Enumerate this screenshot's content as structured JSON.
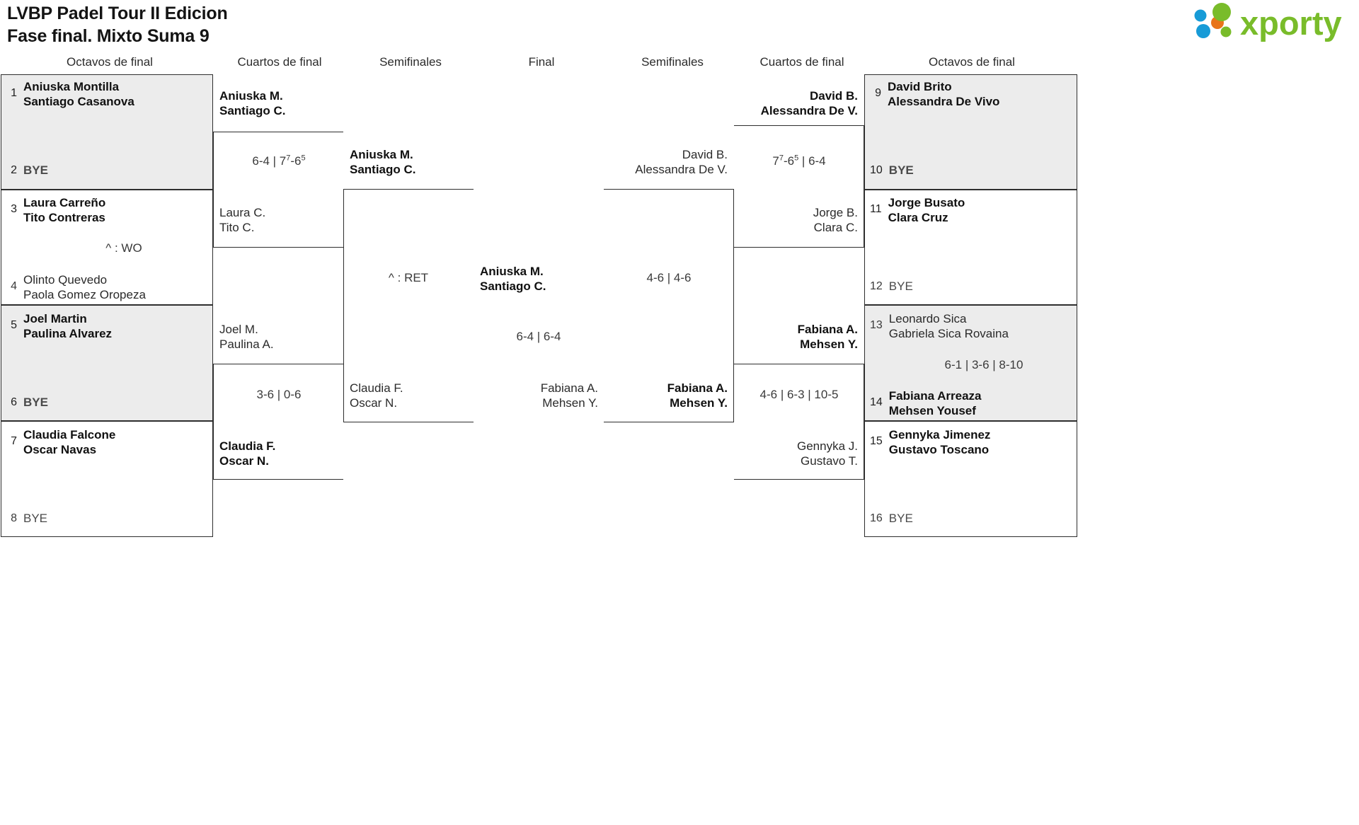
{
  "header": {
    "title_line1": "LVBP Padel Tour II Edicion",
    "title_line2": "Fase final. Mixto Suma 9",
    "logo_text": "xporty",
    "logo_colors": {
      "green": "#79bc2a",
      "blue": "#179bd7",
      "orange": "#e8751a"
    }
  },
  "rounds": {
    "left_r16": "Octavos de final",
    "left_qf": "Cuartos de final",
    "left_sf": "Semifinales",
    "final": "Final",
    "right_sf": "Semifinales",
    "right_qf": "Cuartos de final",
    "right_r16": "Octavos de final"
  },
  "left": {
    "r16": [
      {
        "seed": "1",
        "p1": "Aniuska Montilla",
        "p2": "Santiago Casanova",
        "winner": true
      },
      {
        "seed": "2",
        "p1": "BYE",
        "p2": "",
        "bye": true,
        "winner": true
      },
      {
        "seed": "3",
        "p1": "Laura Carreño",
        "p2": "Tito Contreras",
        "winner": true
      },
      {
        "seed": "4",
        "p1": "Olinto Quevedo",
        "p2": "Paola Gomez Oropeza",
        "winner": false
      },
      {
        "seed": "5",
        "p1": "Joel Martin",
        "p2": "Paulina Alvarez",
        "winner": true
      },
      {
        "seed": "6",
        "p1": "BYE",
        "p2": "",
        "bye": true,
        "winner": true
      },
      {
        "seed": "7",
        "p1": "Claudia Falcone",
        "p2": "Oscar Navas",
        "winner": true
      },
      {
        "seed": "8",
        "p1": "BYE",
        "p2": "",
        "bye": true,
        "winner": false
      }
    ],
    "r16_scores": [
      {
        "match": "3v4",
        "text": "^ : WO"
      }
    ],
    "qf": [
      {
        "p1": "Aniuska M.",
        "p2": "Santiago C.",
        "winner": true
      },
      {
        "p1": "Laura C.",
        "p2": "Tito C.",
        "winner": false
      },
      {
        "p1": "Joel M.",
        "p2": "Paulina A.",
        "winner": false
      },
      {
        "p1": "Claudia F.",
        "p2": "Oscar N.",
        "winner": true
      }
    ],
    "qf_scores": [
      {
        "match": "qf1",
        "sets": "6-4 | 7⁷-6⁵"
      },
      {
        "match": "qf2",
        "sets": "3-6 | 0-6"
      }
    ],
    "sf": [
      {
        "p1": "Aniuska M.",
        "p2": "Santiago C.",
        "winner": true
      },
      {
        "p1": "Claudia F.",
        "p2": "Oscar N.",
        "winner": false
      }
    ],
    "sf_score": "^ : RET"
  },
  "final": {
    "side_left": {
      "p1": "Aniuska M.",
      "p2": "Santiago C.",
      "winner": true
    },
    "side_right": {
      "p1": "Fabiana A.",
      "p2": "Mehsen Y.",
      "winner": false
    },
    "score": "6-4 | 6-4"
  },
  "right": {
    "r16": [
      {
        "seed": "9",
        "p1": "David Brito",
        "p2": "Alessandra De Vivo",
        "winner": true
      },
      {
        "seed": "10",
        "p1": "BYE",
        "p2": "",
        "bye": true,
        "winner": true
      },
      {
        "seed": "11",
        "p1": "Jorge Busato",
        "p2": "Clara Cruz",
        "winner": true
      },
      {
        "seed": "12",
        "p1": "BYE",
        "p2": "",
        "bye": true,
        "winner": false
      },
      {
        "seed": "13",
        "p1": "Leonardo Sica",
        "p2": "Gabriela Sica Rovaina",
        "winner": false
      },
      {
        "seed": "14",
        "p1": "Fabiana Arreaza",
        "p2": "Mehsen Yousef",
        "winner": true
      },
      {
        "seed": "15",
        "p1": "Gennyka Jimenez",
        "p2": "Gustavo Toscano",
        "winner": true
      },
      {
        "seed": "16",
        "p1": "BYE",
        "p2": "",
        "bye": true,
        "winner": false
      }
    ],
    "r16_scores": [
      {
        "match": "13v14",
        "text": "6-1 | 3-6 | 8-10"
      }
    ],
    "qf": [
      {
        "p1": "David B.",
        "p2": "Alessandra De V.",
        "winner": true
      },
      {
        "p1": "Jorge B.",
        "p2": "Clara C.",
        "winner": false
      },
      {
        "p1": "Fabiana A.",
        "p2": "Mehsen Y.",
        "winner": true
      },
      {
        "p1": "Gennyka J.",
        "p2": "Gustavo T.",
        "winner": false
      }
    ],
    "qf_scores": [
      {
        "match": "qf1",
        "sets": "7⁷-6⁵ | 6-4"
      },
      {
        "match": "qf2",
        "sets": "4-6 | 6-3 | 10-5"
      }
    ],
    "sf": [
      {
        "p1": "David B.",
        "p2": "Alessandra De V.",
        "winner": false
      },
      {
        "p1": "Fabiana A.",
        "p2": "Mehsen Y.",
        "winner": true
      }
    ],
    "sf_score": "4-6 | 4-6"
  }
}
